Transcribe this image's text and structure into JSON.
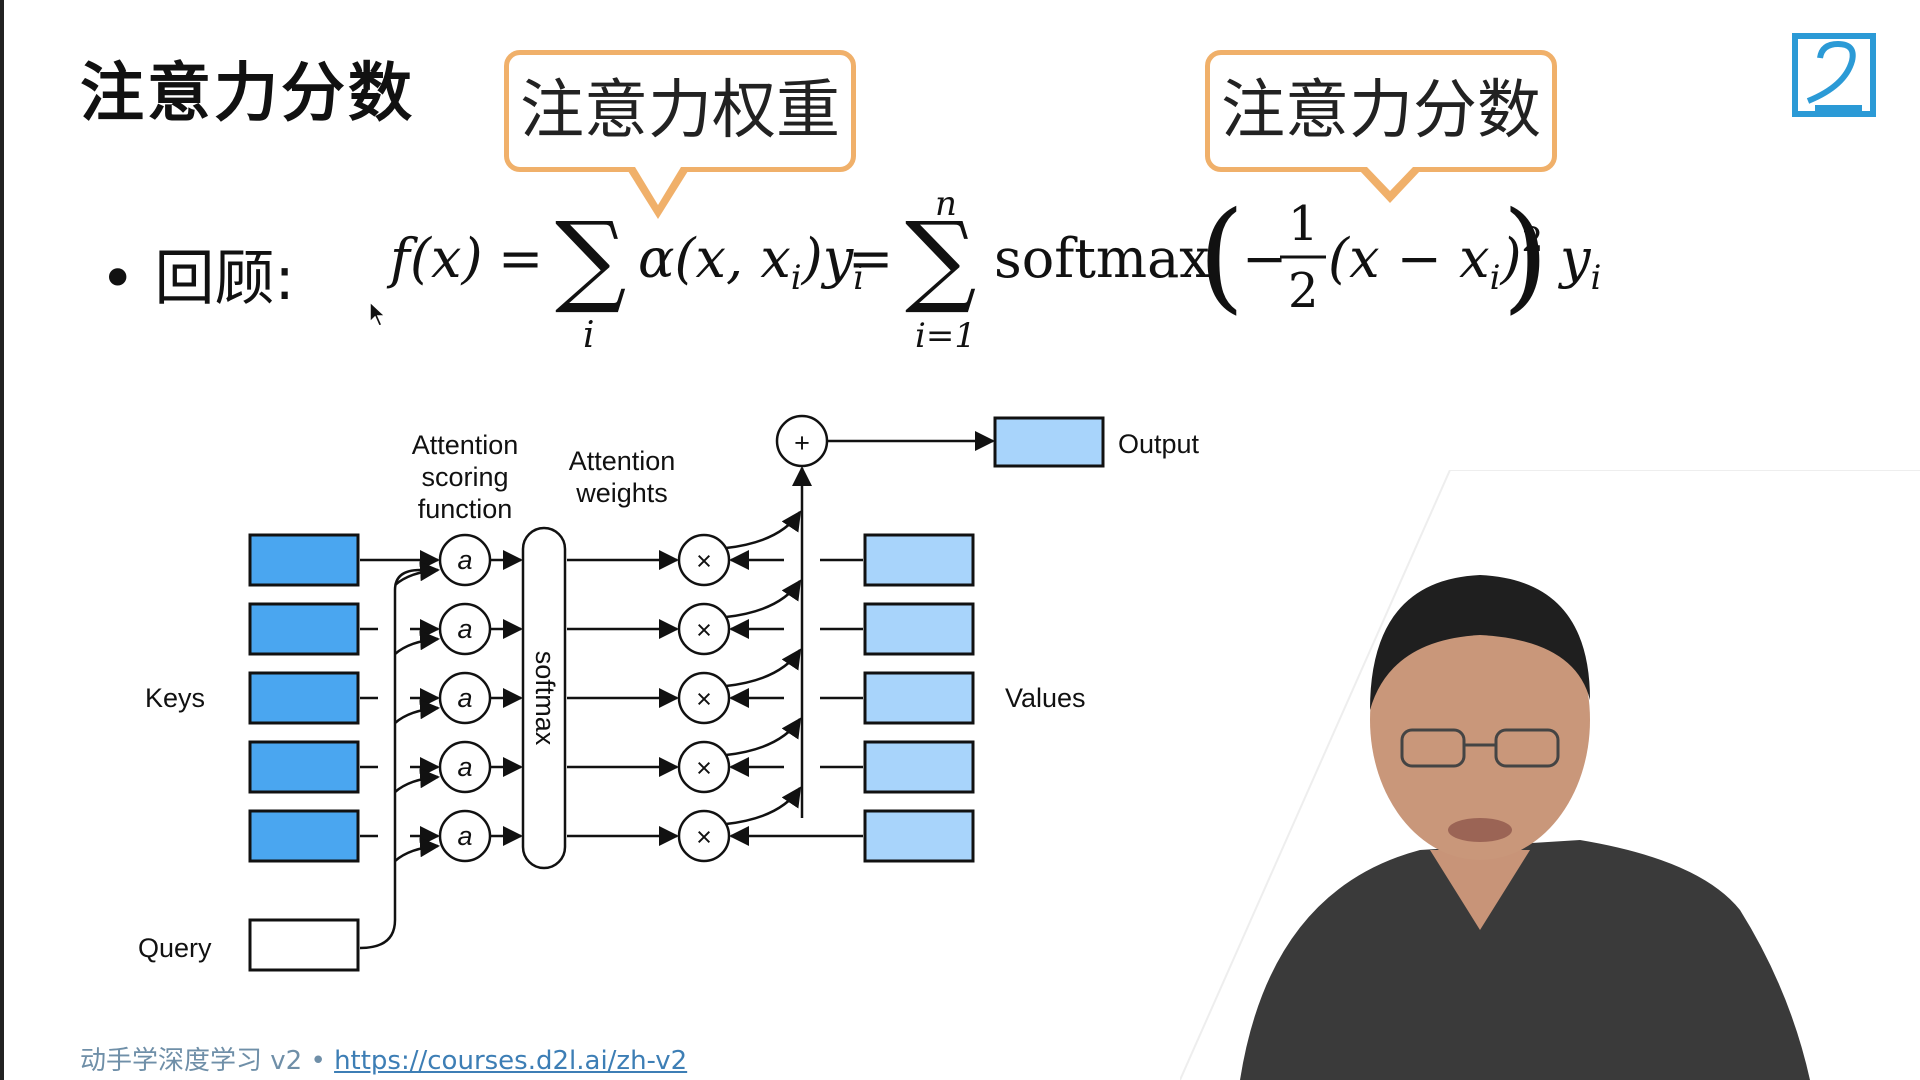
{
  "slide": {
    "title": "注意力分数",
    "callout_weight": "注意力权重",
    "callout_score": "注意力分数",
    "bullet_label": "回顾:"
  },
  "diagram": {
    "labels": {
      "keys": "Keys",
      "values": "Values",
      "query": "Query",
      "output": "Output",
      "scoring_line1": "Attention",
      "scoring_line2": "scoring",
      "scoring_line3": "function",
      "weights_line1": "Attention",
      "weights_line2": "weights",
      "softmax": "softmax",
      "a": "a",
      "plus": "+",
      "times": "×"
    },
    "colors": {
      "key_fill": "#4aa6f0",
      "value_fill": "#a8d4fb",
      "output_fill": "#a8d4fb",
      "query_fill": "#ffffff",
      "stroke": "#111111"
    }
  },
  "footer": {
    "text": "动手学深度学习 v2 • ",
    "link": "https://courses.d2l.ai/zh-v2"
  },
  "colors": {
    "callout_border": "#f0b06a",
    "footer_text": "#6f8fa8",
    "logo": "#2b9ad6"
  }
}
